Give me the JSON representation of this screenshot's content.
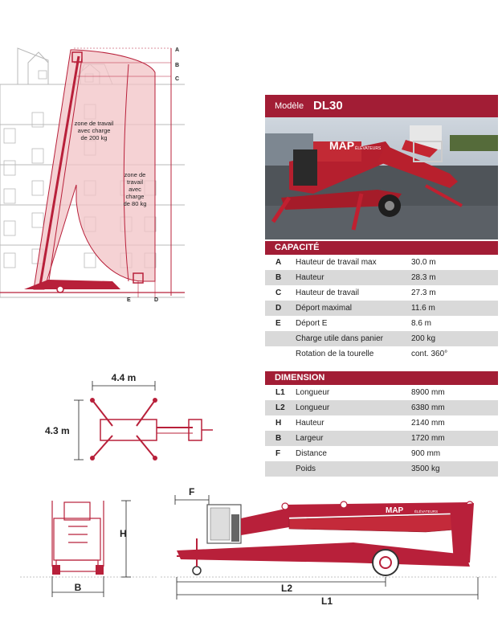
{
  "model": {
    "prefix": "Modèle",
    "name": "DL30"
  },
  "working_diagram": {
    "markers": [
      "A",
      "B",
      "C"
    ],
    "bottom_markers": [
      "E",
      "D"
    ],
    "zone1": [
      "zone de travail",
      "avec charge",
      "de 200 kg"
    ],
    "zone2": [
      "zone de",
      "travail",
      "avec",
      "charge",
      "de 80 kg"
    ]
  },
  "photo": {
    "brand": "MAP",
    "brand_sub": "ÉLÉVATEURS"
  },
  "capacite": {
    "title": "CAPACITÉ",
    "rows": [
      {
        "key": "A",
        "label": "Hauteur de travail max",
        "value": "30.0 m"
      },
      {
        "key": "B",
        "label": "Hauteur",
        "value": "28.3 m"
      },
      {
        "key": "C",
        "label": "Hauteur de travail",
        "value": "27.3 m"
      },
      {
        "key": "D",
        "label": "Déport maximal",
        "value": "11.6 m"
      },
      {
        "key": "E",
        "label": "Déport E",
        "value": "8.6 m"
      },
      {
        "key": "",
        "label": "Charge utile dans panier",
        "value": "200 kg"
      },
      {
        "key": "",
        "label": "Rotation de la tourelle",
        "value": "cont. 360°"
      }
    ]
  },
  "dimension": {
    "title": "DIMENSION",
    "rows": [
      {
        "key": "L1",
        "label": "Longueur",
        "value": "8900 mm"
      },
      {
        "key": "L2",
        "label": "Longueur",
        "value": "6380 mm"
      },
      {
        "key": "H",
        "label": "Hauteur",
        "value": "2140 mm"
      },
      {
        "key": "B",
        "label": "Largeur",
        "value": "1720 mm"
      },
      {
        "key": "F",
        "label": "Distance",
        "value": "900 mm"
      },
      {
        "key": "",
        "label": "Poids",
        "value": "3500 kg"
      }
    ]
  },
  "footprint": {
    "width": "4.4 m",
    "depth": "4.3 m"
  },
  "drawings": {
    "F": "F",
    "H": "H",
    "B": "B",
    "L1": "L1",
    "L2": "L2",
    "brand": "MAP",
    "brand_sub": "ÉLÉVATEURS"
  },
  "colors": {
    "accent": "#a21d35",
    "zone": "#f2c3c6",
    "line": "#b8203a",
    "building": "#b9b9b9"
  }
}
